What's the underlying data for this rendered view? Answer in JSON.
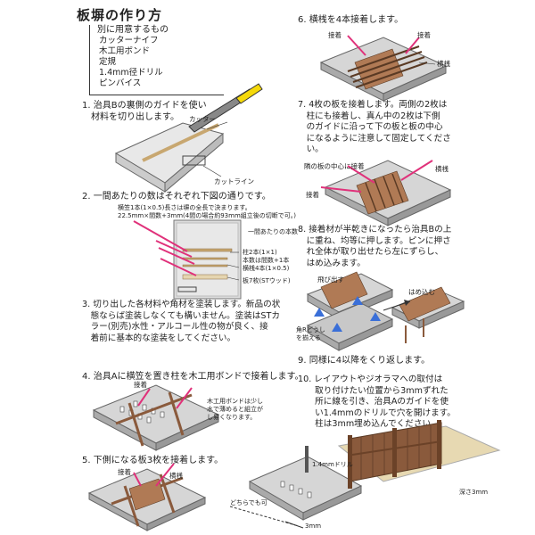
{
  "title": "板塀の作り方",
  "tools": {
    "header": "別に用意するもの",
    "items": [
      "カッターナイフ",
      "木工用ボンド",
      "定規",
      "1.4mm径ドリル",
      "ピンバイス"
    ]
  },
  "steps": {
    "s1": {
      "text": "1. 治具Bの裏側のガイドを使い\n　材料を切り出します。",
      "cutter": "カッター",
      "cutline": "カットライン"
    },
    "s2": {
      "text": "2. 一間あたりの数はそれぞれ下図の通りです。",
      "note1": "横笠1本(1×0.5)長さは塀の全長で決まります。",
      "note2": "22.5mm×間数+3mm(4間の場合約93mm組立後の切断で可。)",
      "per": "一間あたりの本数",
      "pillar": "柱2本(1×1)",
      "pillar2": "本数は間数+1本",
      "rail": "横桟4本(1×0.5)",
      "board": "板7枚(STウッド)"
    },
    "s3": {
      "text": "3. 切り出した各材料や角材を塗装します。新品の状\n　態ならば塗装しなくても構いません。塗装はSTカ\n　ラー(別売)水性・アルコール性の物が良く、接\n　着前に基本的な塗装をしてください。"
    },
    "s4": {
      "text": "4. 治具Aに横笠を置き柱を木工用ボンドで接着します。",
      "glue": "接着",
      "bond": "木工用ボンドは少し\n水で薄めると組立が\nし易くなります。"
    },
    "s5": {
      "text": "5. 下側になる板3枚を接着します。",
      "glue": "接着",
      "rail": "横桟"
    },
    "s6": {
      "text": "6. 横桟を4本接着します。",
      "glue1": "接着",
      "glue2": "接着",
      "rail": "横桟"
    },
    "s7": {
      "text": "7. 4枚の板を接着します。両側の2枚は\n　柱にも接着し、真ん中の2枚は下側\n　のガイドに沿って下の板と板の中心\n　になるように注意して固定してくださ\n　い。",
      "center": "隣の板の中心に接着",
      "glue": "接着",
      "rail": "横桟"
    },
    "s8": {
      "text": "8. 接着材が半乾きになったら治具Bの上\n　に重ね、均等に押します。ピンに押さ\n　れ全体が取り出せたら左にずらし、\n　はめ込みます。",
      "pop": "飛び出す",
      "fit": "はめ込む",
      "corner": "角Rどうし\nを揃える"
    },
    "s9": {
      "text": "9. 同様に4以降をくり返します。"
    },
    "s10": {
      "text": "10. レイアウトやジオラマへの取付は\n　　取り付けたい位置から3mmずれた\n　　所に線を引き、治具Aのガイドを使\n　　い1.4mmのドリルで穴を開けます。\n　　柱は3mm埋め込んでください。",
      "drill": "1.4mmドリル",
      "either": "どちらでも可",
      "mm3": "3mm",
      "depth": "深さ3mm"
    }
  },
  "colors": {
    "wood": "#8a5a3c",
    "jig": "#cfcfcf",
    "jigDark": "#9a9a9a",
    "arrow": "#e0317a"
  }
}
